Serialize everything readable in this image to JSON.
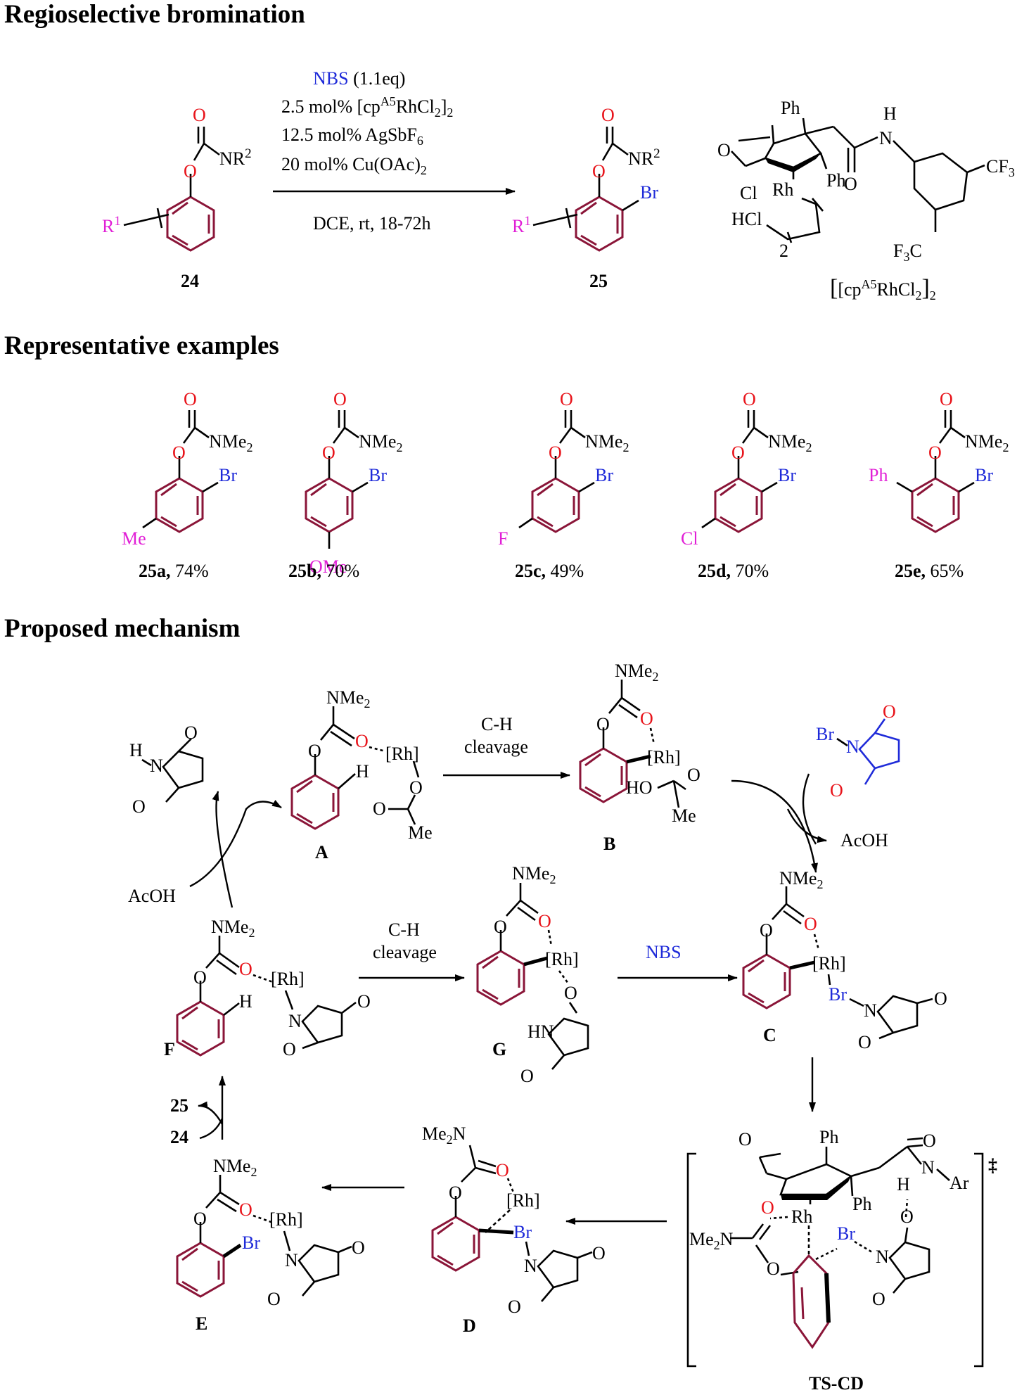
{
  "colors": {
    "oxygen": "#e8141b",
    "bromine": "#1f2bd9",
    "substituent": "#e11fd6",
    "ring": "#8a1538"
  },
  "headings": {
    "regio": "Regioselective bromination",
    "examples": "Representative examples",
    "mechanism": "Proposed mechanism"
  },
  "reaction": {
    "sm_label": "24",
    "prod_label": "25",
    "cond1_reagent": "NBS",
    "cond1_amount": "(1.1eq)",
    "cond2": "2.5 mol% [cp",
    "cond2_sup": "A5",
    "cond2_end": "RhCl",
    "cond3": "12.5 mol% AgSbF",
    "cond4": "20 mol% Cu(OAc)",
    "cond5": "DCE, rt, 18-72h",
    "catalyst_label": "[cp",
    "catalyst_sup": "A5",
    "catalyst_end": "RhCl"
  },
  "examples": [
    {
      "id": "25a,",
      "yield": "74%",
      "sub": "Me"
    },
    {
      "id": "25b,",
      "yield": "70%",
      "sub": "OMe"
    },
    {
      "id": "25c,",
      "yield": "49%",
      "sub": "F"
    },
    {
      "id": "25d,",
      "yield": "70%",
      "sub": "Cl"
    },
    {
      "id": "25e,",
      "yield": "65%",
      "sub": "Ph"
    }
  ],
  "labels": {
    "NMe2": "NMe",
    "Br": "Br",
    "O": "O",
    "H": "H",
    "Rh": "[Rh]",
    "Ph": "Ph",
    "Me": "Me",
    "AcOH": "AcOH",
    "NBS": "NBS",
    "CH1": "C-H",
    "CH2": "cleavage",
    "HO": "HO",
    "HN": "HN",
    "N": "N",
    "Ar": "Ar",
    "Cl": "Cl",
    "HCl": "HCl",
    "CF3": "CF",
    "F3C": "F",
    "Me2N": "Me",
    "dagger": "‡",
    "two": "2"
  },
  "intermediates": {
    "A": "A",
    "B": "B",
    "C": "C",
    "D": "D",
    "E": "E",
    "F": "F",
    "G": "G",
    "TS": "TS-CD"
  },
  "cycle_in": "24",
  "cycle_out": "25"
}
